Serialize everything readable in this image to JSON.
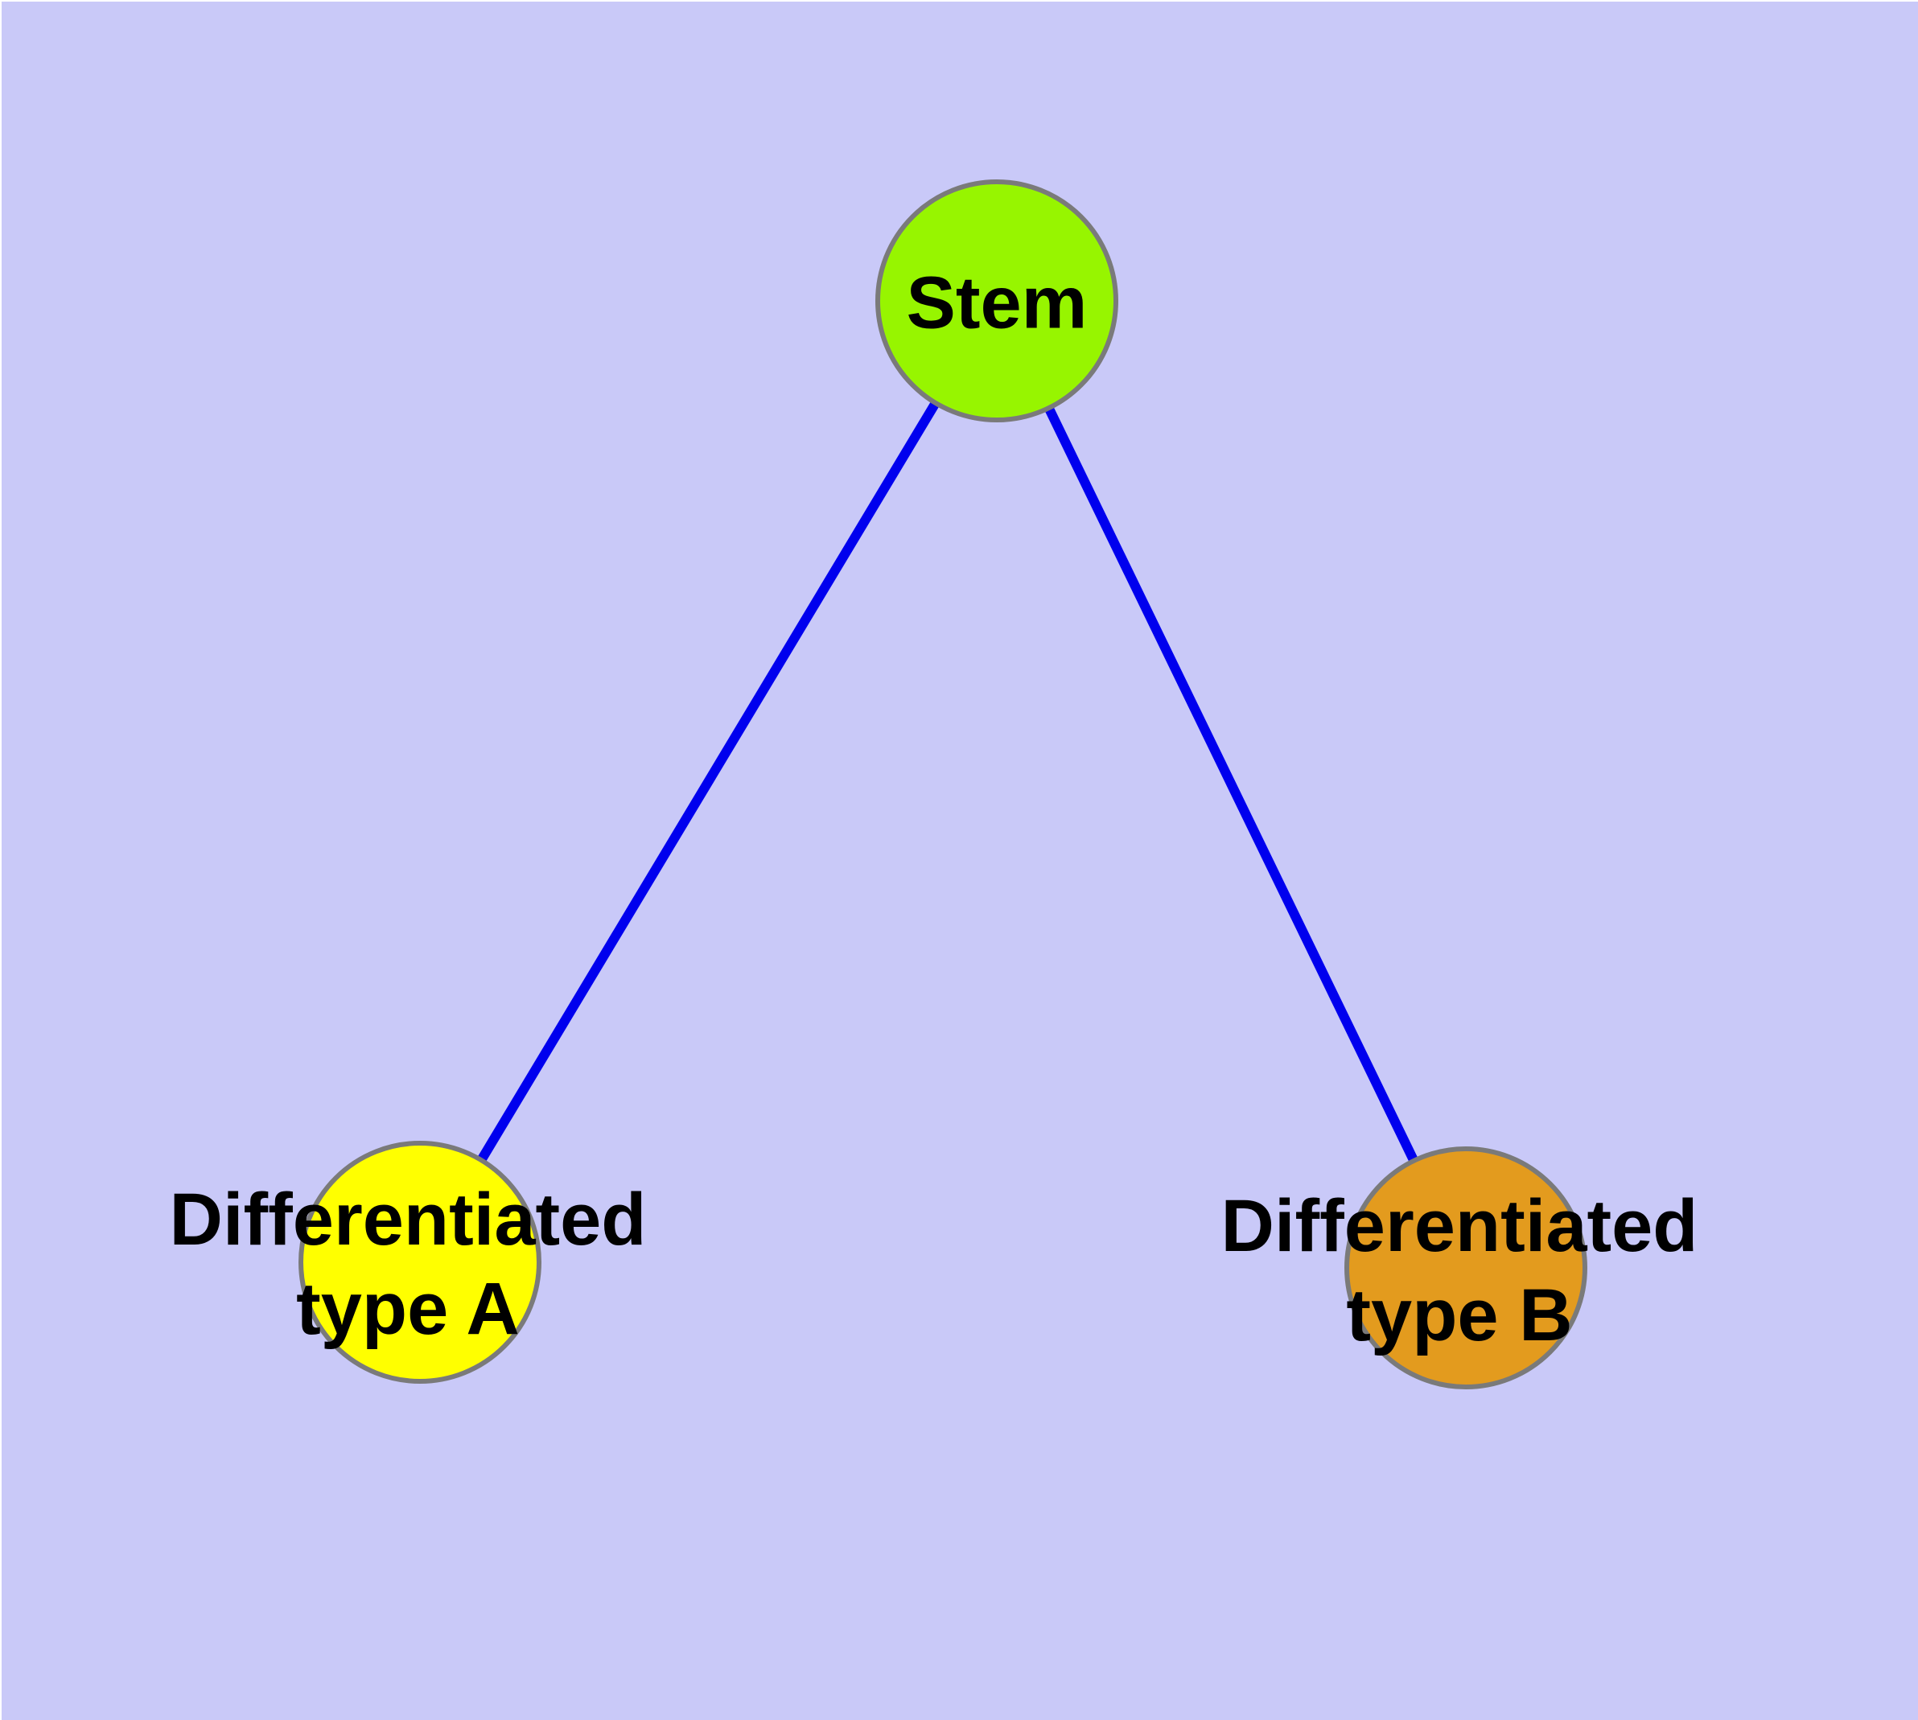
{
  "diagram": {
    "type": "node-link-tree",
    "colors": {
      "background": "#C9C9F8",
      "edge": "#0000EE",
      "node_border": "#7A7A7A",
      "text": "#000000"
    },
    "nodes": [
      {
        "id": "stem",
        "label": "Stem",
        "fill": "#97F500"
      },
      {
        "id": "differentiated-type-a",
        "label_line1": "Differentiated",
        "label_line2": "type A",
        "fill": "#FFFF00"
      },
      {
        "id": "differentiated-type-b",
        "label_line1": "Differentiated",
        "label_line2": "type B",
        "fill": "#E39B1E"
      }
    ],
    "edges": [
      {
        "from": "stem",
        "to": "differentiated-type-a"
      },
      {
        "from": "stem",
        "to": "differentiated-type-b"
      }
    ]
  }
}
